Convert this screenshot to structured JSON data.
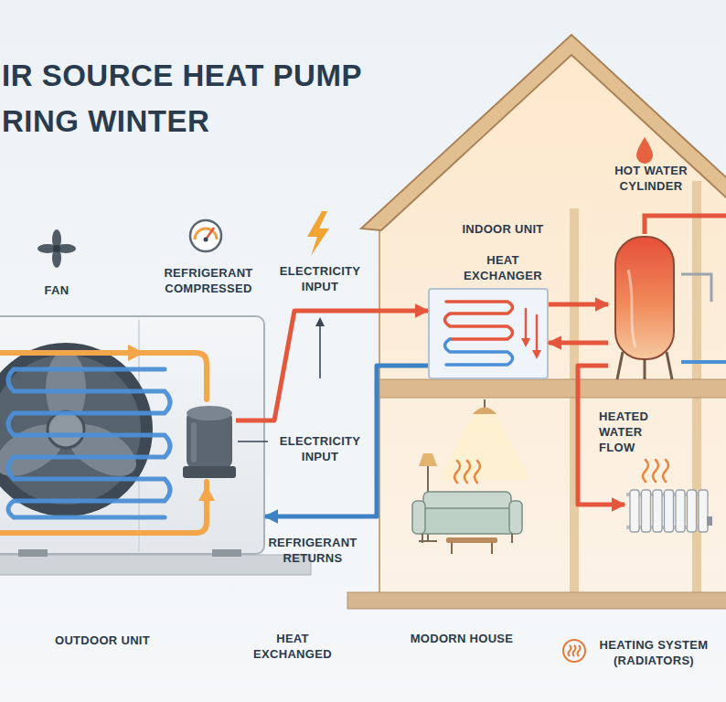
{
  "diagram": {
    "title": "IR SOURCE HEAT PUMP RING WINTER",
    "nodes": [
      {
        "text": [
          "OUTDOOR UNIT"
        ]
      },
      {
        "text": [
          "REFRIGERANT COMPRESSED"
        ],
        "in": 0
      },
      {
        "text": [
          "MODORN HOUSE"
        ]
      },
      {
        "text": [
          "INDOOR UNIT",
          "HEAT EXCHANGER"
        ],
        "in": 2
      },
      {
        "text": [
          "HOT WATER CYLINDER"
        ],
        "in": 2
      },
      {
        "text": [
          "HEATING SYSTEM (RADIATORS)"
        ],
        "in": 2
      }
    ],
    "edges": [
      {
        "from": 1,
        "to": 3,
        "arrow": "to"
      },
      {
        "from": 3,
        "to": 0,
        "label": "REFRIGERANT RETURNS",
        "arrow": "to"
      },
      {
        "from": 3,
        "to": 4,
        "arrow": "to"
      },
      {
        "from": 4,
        "to": 3,
        "arrow": "to"
      },
      {
        "from": 4,
        "to": 5,
        "label": "HEATED WATER FLOW",
        "arrow": "to"
      }
    ],
    "labels": [
      "FAN",
      "ELECTRICITY INPUT",
      "ELECTRICITY INPUT",
      "HEAT EXCHANGED"
    ]
  }
}
